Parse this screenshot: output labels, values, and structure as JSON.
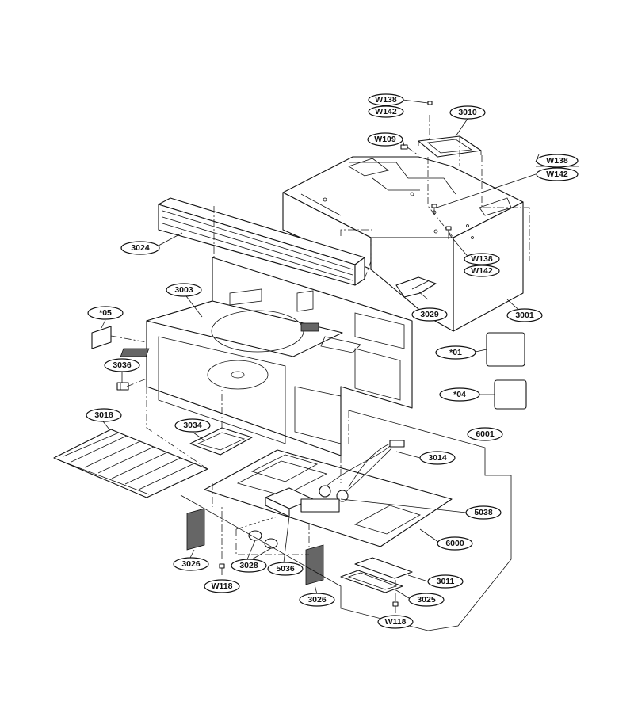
{
  "labels": {
    "w138_a": "W138",
    "w142_a": "W142",
    "p3010": "3010",
    "w109": "W109",
    "w138_b": "W138",
    "w142_b": "W142",
    "w138_c": "W138",
    "w142_c": "W142",
    "p3024": "3024",
    "p3003": "3003",
    "p05": "*05",
    "p3036": "3036",
    "p3029": "3029",
    "p3001": "3001",
    "p01": "*01",
    "p04": "*04",
    "p3018": "3018",
    "p3034": "3034",
    "p6001": "6001",
    "p3014": "3014",
    "p5038": "5038",
    "p6000": "6000",
    "p3026_a": "3026",
    "p3028": "3028",
    "p5036": "5036",
    "p3011": "3011",
    "p3025": "3025",
    "p3026_b": "3026",
    "w118_a": "W118",
    "w118_b": "W118"
  }
}
